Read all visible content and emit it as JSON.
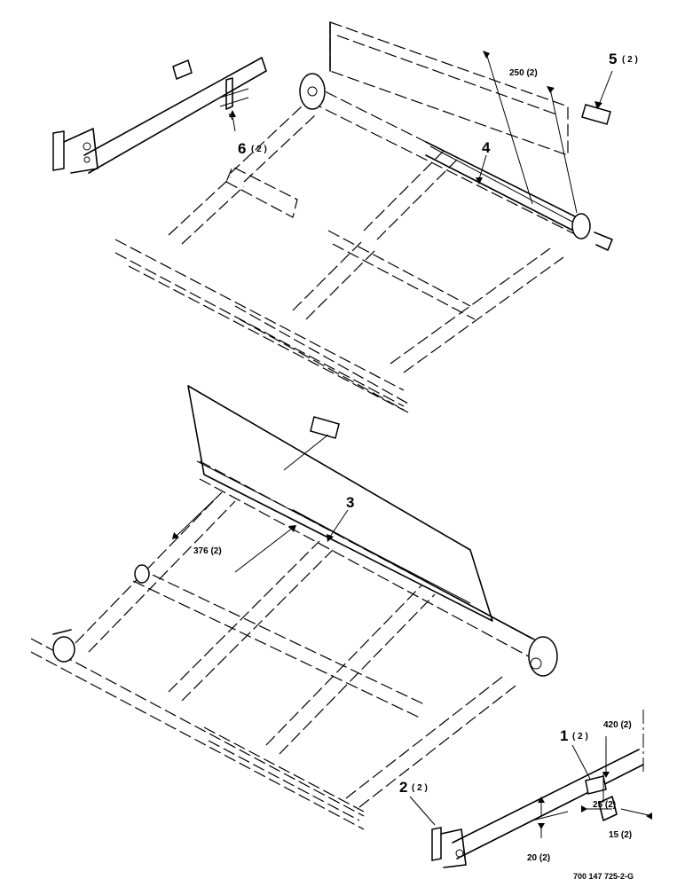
{
  "callouts": {
    "c1": {
      "num": "1",
      "qty": "( 2 )"
    },
    "c2": {
      "num": "2",
      "qty": "( 2 )"
    },
    "c3": {
      "num": "3",
      "qty": ""
    },
    "c4": {
      "num": "4",
      "qty": ""
    },
    "c5": {
      "num": "5",
      "qty": "( 2 )"
    },
    "c6": {
      "num": "6",
      "qty": "( 2 )"
    }
  },
  "dimensions": {
    "d250": "250 (2)",
    "d376": "376 (2)",
    "d420": "420 (2)",
    "d25": "25 (2)",
    "d15": "15 (2)",
    "d20": "20 (2)"
  },
  "drawing_code": "700 147 725-2-G"
}
